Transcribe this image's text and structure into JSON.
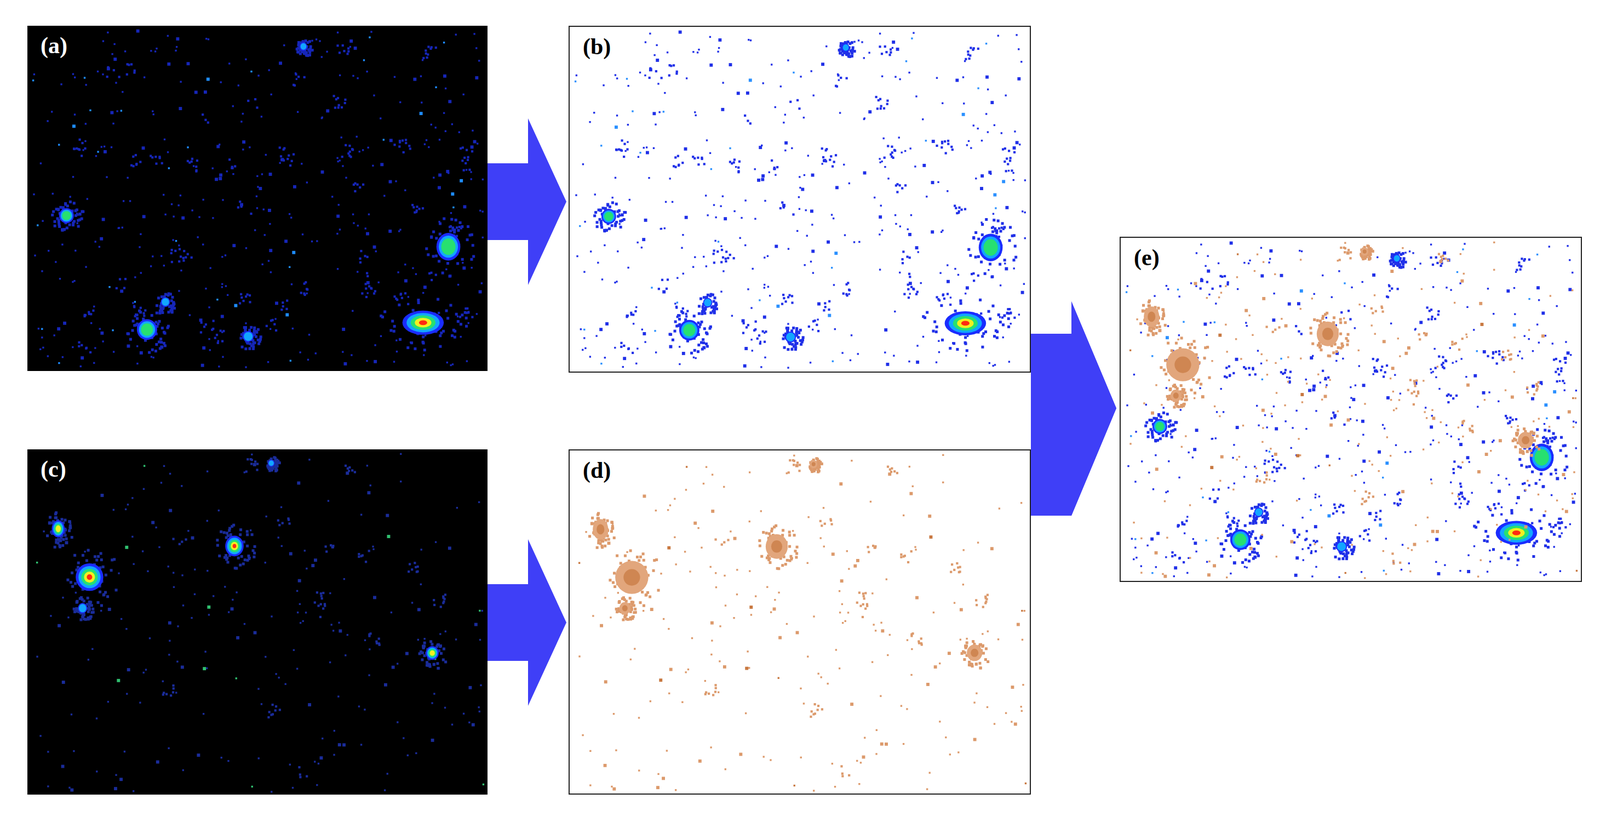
{
  "diagram": {
    "nodes": [
      {
        "text": [
          "(a)"
        ]
      },
      {
        "text": [
          "(b)"
        ]
      },
      {
        "text": [
          "(c)"
        ]
      },
      {
        "text": [
          "(d)"
        ]
      },
      {
        "text": [
          "(e)"
        ]
      }
    ],
    "edges": [
      {
        "from": 0,
        "to": 1,
        "arrow": "to"
      },
      {
        "from": 2,
        "to": 3,
        "arrow": "to"
      },
      {
        "from": 1,
        "to": 4,
        "arrow": "to"
      },
      {
        "from": 3,
        "to": 4,
        "arrow": "to"
      }
    ]
  }
}
